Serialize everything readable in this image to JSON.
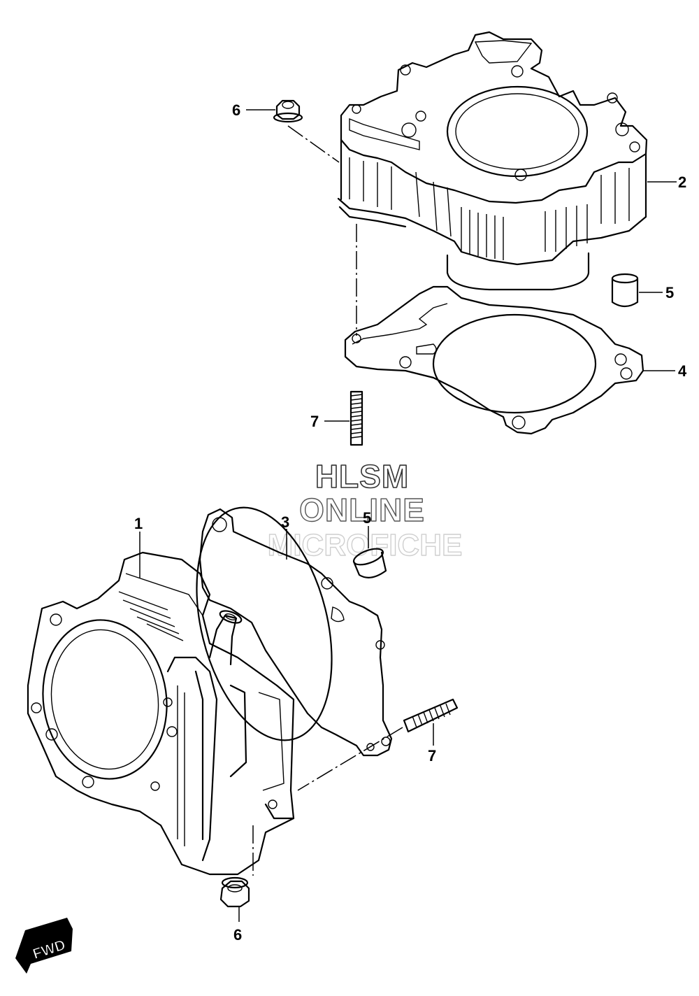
{
  "callouts": {
    "top_nut": "6",
    "top_cylinder": "2",
    "top_dowel": "5",
    "top_gasket": "4",
    "top_stud": "7",
    "bottom_cylinder": "1",
    "bottom_gasket": "3",
    "bottom_dowel": "5",
    "bottom_stud": "7",
    "bottom_nut": "6"
  },
  "watermark": {
    "line1": "HLSM",
    "line2": "ONLINE",
    "line3": "MICROFICHE"
  },
  "direction_badge": {
    "label": "FWD"
  },
  "colors": {
    "line": "#000000",
    "background": "#ffffff",
    "watermark_outline": "#c8c8c8"
  }
}
